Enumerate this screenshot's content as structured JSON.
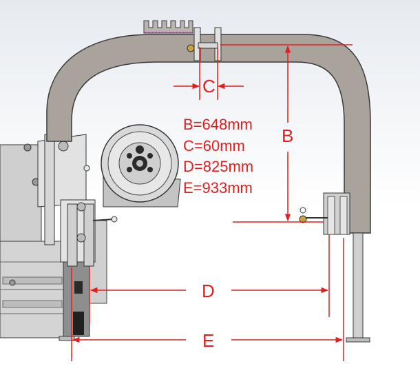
{
  "labels": {
    "C": "C",
    "B": "B",
    "D": "D",
    "E": "E"
  },
  "specs": [
    "B=648mm",
    "C=60mm",
    "D=825mm",
    "E=933mm"
  ],
  "colors": {
    "dimension": "#e02020",
    "frame_fill": "#a9a39c",
    "outline": "#3a3a3a",
    "machine_fill": "#c9c9c9",
    "background_top": "#e6eaf0"
  }
}
